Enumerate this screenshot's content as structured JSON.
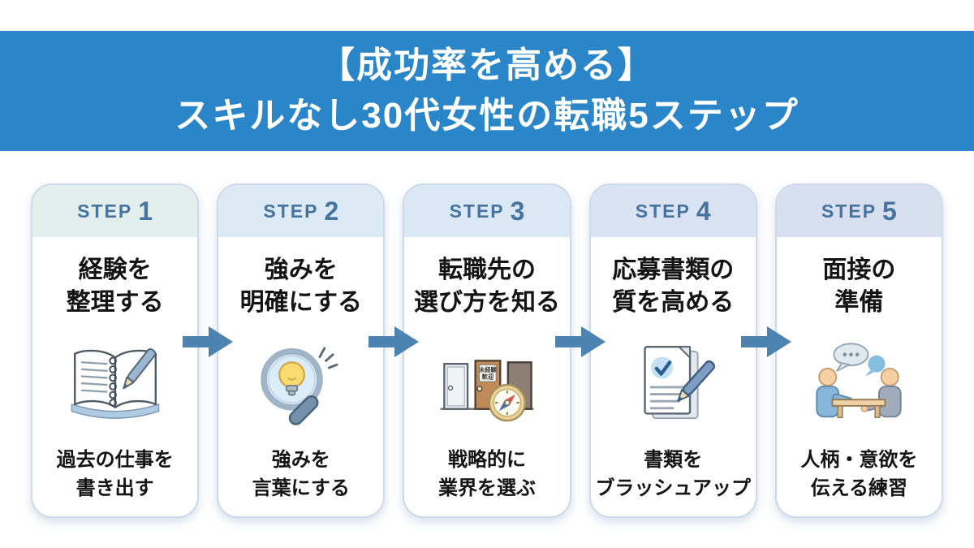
{
  "banner": {
    "line1": "【成功率を高める】",
    "line2": "スキルなし30代女性の転職5ステップ",
    "bg": "#2a86c8",
    "text_color": "#ffffff"
  },
  "arrow_color": "#4d83b1",
  "steps": [
    {
      "step_label": "STEP",
      "step_number": "1",
      "title_line1": "経験を",
      "title_line2": "整理する",
      "caption_line1": "過去の仕事を",
      "caption_line2": "書き出す",
      "icon": "notebook-pen-icon",
      "header_bg": "#e2efec"
    },
    {
      "step_label": "STEP",
      "step_number": "2",
      "title_line1": "強みを",
      "title_line2": "明確にする",
      "caption_line1": "強みを",
      "caption_line2": "言葉にする",
      "icon": "magnifier-lightbulb-icon",
      "header_bg": "#dceaf5"
    },
    {
      "step_label": "STEP",
      "step_number": "3",
      "title_line1": "転職先の",
      "title_line2": "選び方を知る",
      "caption_line1": "戦略的に",
      "caption_line2": "業界を選ぶ",
      "icon": "doors-compass-icon",
      "header_bg": "#dae7f4",
      "door_sign_line1": "未経験",
      "door_sign_line2": "歓迎"
    },
    {
      "step_label": "STEP",
      "step_number": "4",
      "title_line1": "応募書類の",
      "title_line2": "質を高める",
      "caption_line1": "書類を",
      "caption_line2": "ブラッシュアップ",
      "icon": "document-check-pen-icon",
      "header_bg": "#dae3f3"
    },
    {
      "step_label": "STEP",
      "step_number": "5",
      "title_line1": "面接の",
      "title_line2": "準備",
      "caption_line1": "人柄・意欲を",
      "caption_line2": "伝える練習",
      "icon": "interview-people-icon",
      "header_bg": "#d7dff0"
    }
  ]
}
